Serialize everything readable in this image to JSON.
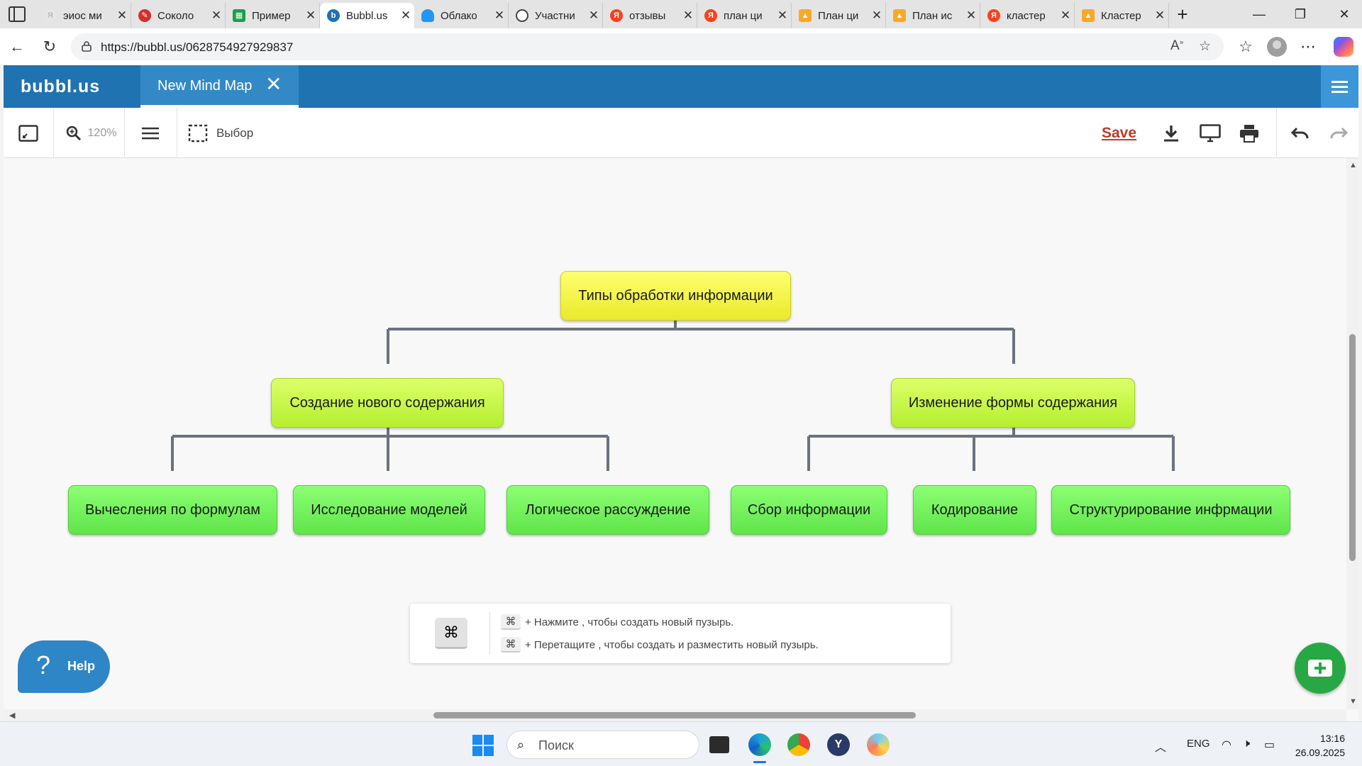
{
  "browser": {
    "tabs": [
      {
        "label": "эиос ми",
        "icon": "yandex-icon",
        "color": "#f2f2f2"
      },
      {
        "label": "Соколо",
        "icon": "pen-icon",
        "color": "#d32f2f"
      },
      {
        "label": "Пример",
        "icon": "sheets-icon",
        "color": "#1e9e4a"
      },
      {
        "label": "Bubbl.us",
        "icon": "bubbl-icon",
        "color": "#1f73b1"
      },
      {
        "label": "Облако",
        "icon": "cloud-icon",
        "color": "#2196f3"
      },
      {
        "label": "Участни",
        "icon": "globe-icon",
        "color": "#444444"
      },
      {
        "label": "отзывы",
        "icon": "yandex-icon",
        "color": "#fc3f1d"
      },
      {
        "label": "план ци",
        "icon": "yandex-icon",
        "color": "#fc3f1d"
      },
      {
        "label": "План ци",
        "icon": "image-icon",
        "color": "#f9a825"
      },
      {
        "label": "План ис",
        "icon": "image-icon",
        "color": "#f9a825"
      },
      {
        "label": "кластер",
        "icon": "yandex-icon",
        "color": "#fc3f1d"
      },
      {
        "label": "Кластер",
        "icon": "image-icon",
        "color": "#f9a825"
      }
    ],
    "url": "https://bubbl.us/0628754927929837"
  },
  "app": {
    "logo": "bubbl.us",
    "doc_tab_title": "New Mind Map",
    "zoom": "120%",
    "select_label": "Выбор",
    "save_label": "Save"
  },
  "mindmap": {
    "root": "Типы обработки информации",
    "level1": [
      "Создание нового содержания",
      "Изменение формы содержания"
    ],
    "level2": [
      "Вычесления по формулам",
      "Исследование моделей",
      "Логическое рассуждение",
      "Сбор информации",
      "Кодирование",
      "Структурирование инфрмации"
    ]
  },
  "hint": {
    "key_symbol": "⌘",
    "line1": "+ Нажмите , чтобы создать новый пузырь.",
    "line2": "+ Перетащите , чтобы создать и разместить новый пузырь."
  },
  "help_label": "Help",
  "taskbar": {
    "search_placeholder": "Поиск",
    "lang": "ENG",
    "time": "13:16",
    "date": "26.09.2025"
  }
}
